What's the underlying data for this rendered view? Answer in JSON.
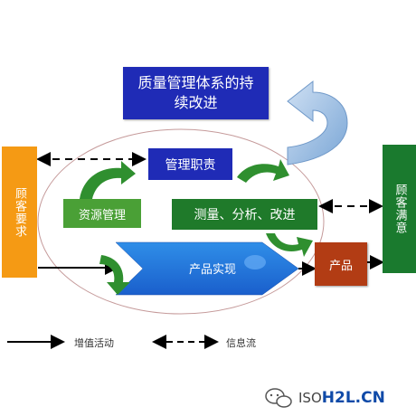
{
  "diagram": {
    "title": "质量管理体系的持续改进",
    "customer_requirements": "顾客要求",
    "customer_satisfaction": "顾客满意",
    "management_responsibility": "管理职责",
    "resource_management": "资源管理",
    "measurement_analysis_improvement": "测量、分析、改进",
    "product_realization": "产品实现",
    "product": "产品"
  },
  "legend": {
    "solid_arrow_label": "增值活动",
    "dashed_arrow_label": "信息流"
  },
  "watermark": {
    "prefix": "ISO",
    "brand": "H2L.CN"
  },
  "colors": {
    "blue": "#1f2bb6",
    "orange": "#f59a14",
    "dark_green": "#1a7a2e",
    "green": "#4aa036",
    "brown": "#b23c14",
    "arrow_green": "#2f8f2f",
    "light_blue_arrow": "#9fc2e4"
  },
  "icons": {
    "watermark_logo": "wechat-chat-icon"
  }
}
